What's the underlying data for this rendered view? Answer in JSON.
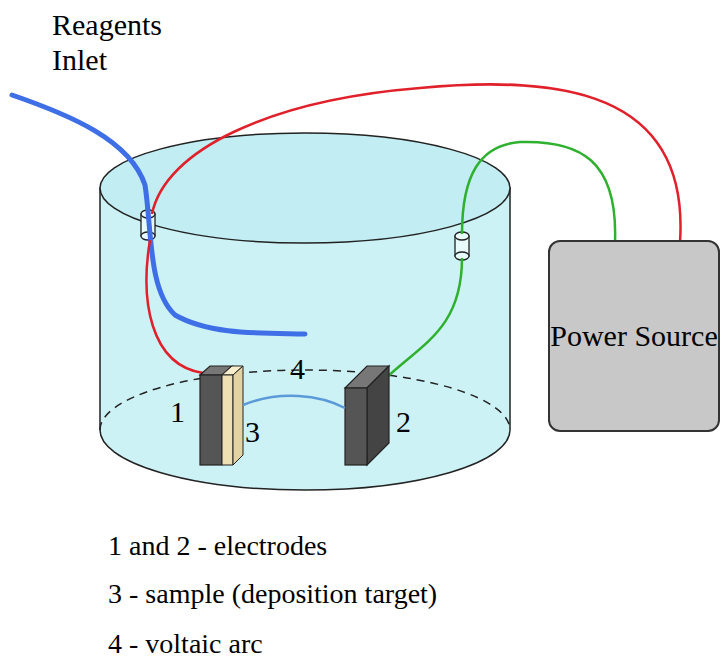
{
  "diagram": {
    "nodes": [
      {
        "text": [
          "Power Source"
        ]
      }
    ],
    "labels": [
      "Reagents Inlet",
      "1",
      "3",
      "4",
      "2",
      "1 and 2 - electrodes",
      "3 - sample (deposition target)",
      "4 - voltaic arc"
    ]
  }
}
